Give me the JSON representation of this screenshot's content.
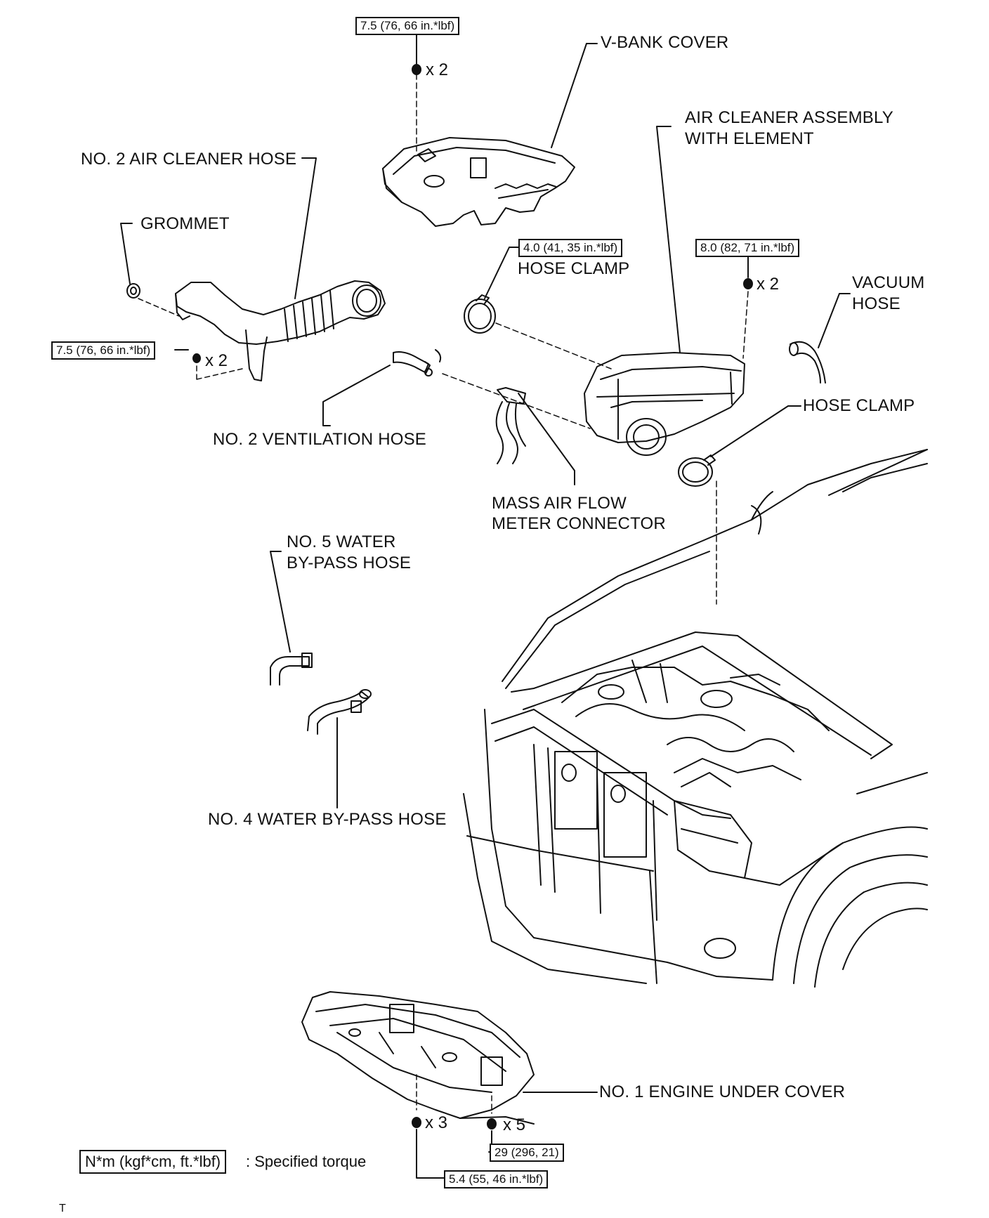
{
  "labels": {
    "v_bank_cover": "V-BANK COVER",
    "air_cleaner_assembly": [
      "AIR CLEANER ASSEMBLY",
      "WITH ELEMENT"
    ],
    "no2_air_cleaner_hose": "NO. 2 AIR CLEANER HOSE",
    "grommet": "GROMMET",
    "hose_clamp_upper": "HOSE CLAMP",
    "vacuum_hose": [
      "VACUUM",
      "HOSE"
    ],
    "hose_clamp_right": "HOSE CLAMP",
    "no2_ventilation_hose": "NO. 2 VENTILATION HOSE",
    "mass_air_flow_connector": [
      "MASS AIR FLOW",
      "METER CONNECTOR"
    ],
    "no5_water_bypass_hose": [
      "NO. 5 WATER",
      "BY-PASS HOSE"
    ],
    "no4_water_bypass_hose": "NO. 4 WATER BY-PASS HOSE",
    "no1_engine_under_cover": "NO. 1 ENGINE UNDER COVER"
  },
  "torques": {
    "v_bank_nut": "7.5 (76, 66 in.*lbf)",
    "hose_clamp": "4.0 (41, 35 in.*lbf)",
    "air_cleaner_bolt": "8.0 (82, 71 in.*lbf)",
    "air_hose_bolt": "7.5 (76, 66 in.*lbf)",
    "under_cover_x5": "29 (296, 21)",
    "under_cover_x3": "5.4 (55, 46 in.*lbf)"
  },
  "counts": {
    "v_bank": "x 2",
    "air_cleaner": "x 2",
    "air_hose": "x 2",
    "under_cover_x3": "x 3",
    "under_cover_x5": "x 5"
  },
  "legend": {
    "unit_box": "N*m (kgf*cm, ft.*lbf)",
    "text": ": Specified torque"
  },
  "figure_mark": "T"
}
